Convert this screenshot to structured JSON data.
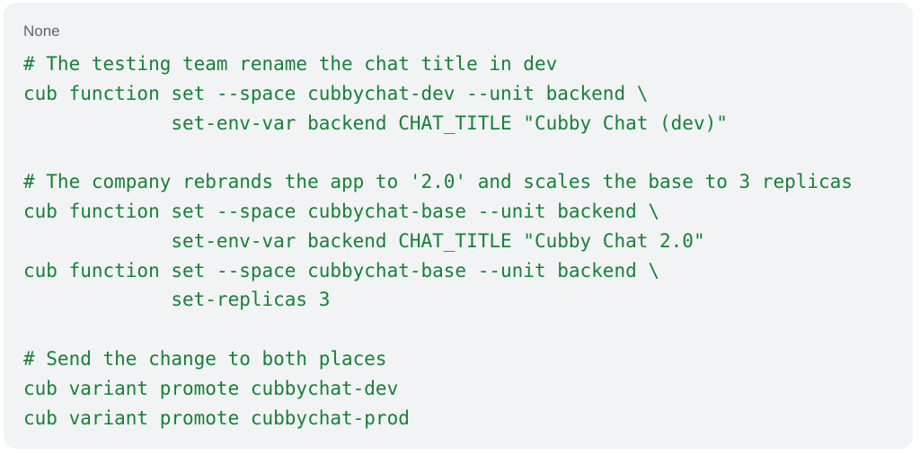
{
  "code_block": {
    "language_label": "None",
    "lines": [
      "# The testing team rename the chat title in dev",
      "cub function set --space cubbychat-dev --unit backend \\",
      "             set-env-var backend CHAT_TITLE \"Cubby Chat (dev)\"",
      "",
      "# The company rebrands the app to '2.0' and scales the base to 3 replicas",
      "cub function set --space cubbychat-base --unit backend \\",
      "             set-env-var backend CHAT_TITLE \"Cubby Chat 2.0\"",
      "cub function set --space cubbychat-base --unit backend \\",
      "             set-replicas 3",
      "",
      "# Send the change to both places",
      "cub variant promote cubbychat-dev",
      "cub variant promote cubbychat-prod"
    ],
    "text_color": "#188038",
    "background_color": "#f1f3f4"
  }
}
